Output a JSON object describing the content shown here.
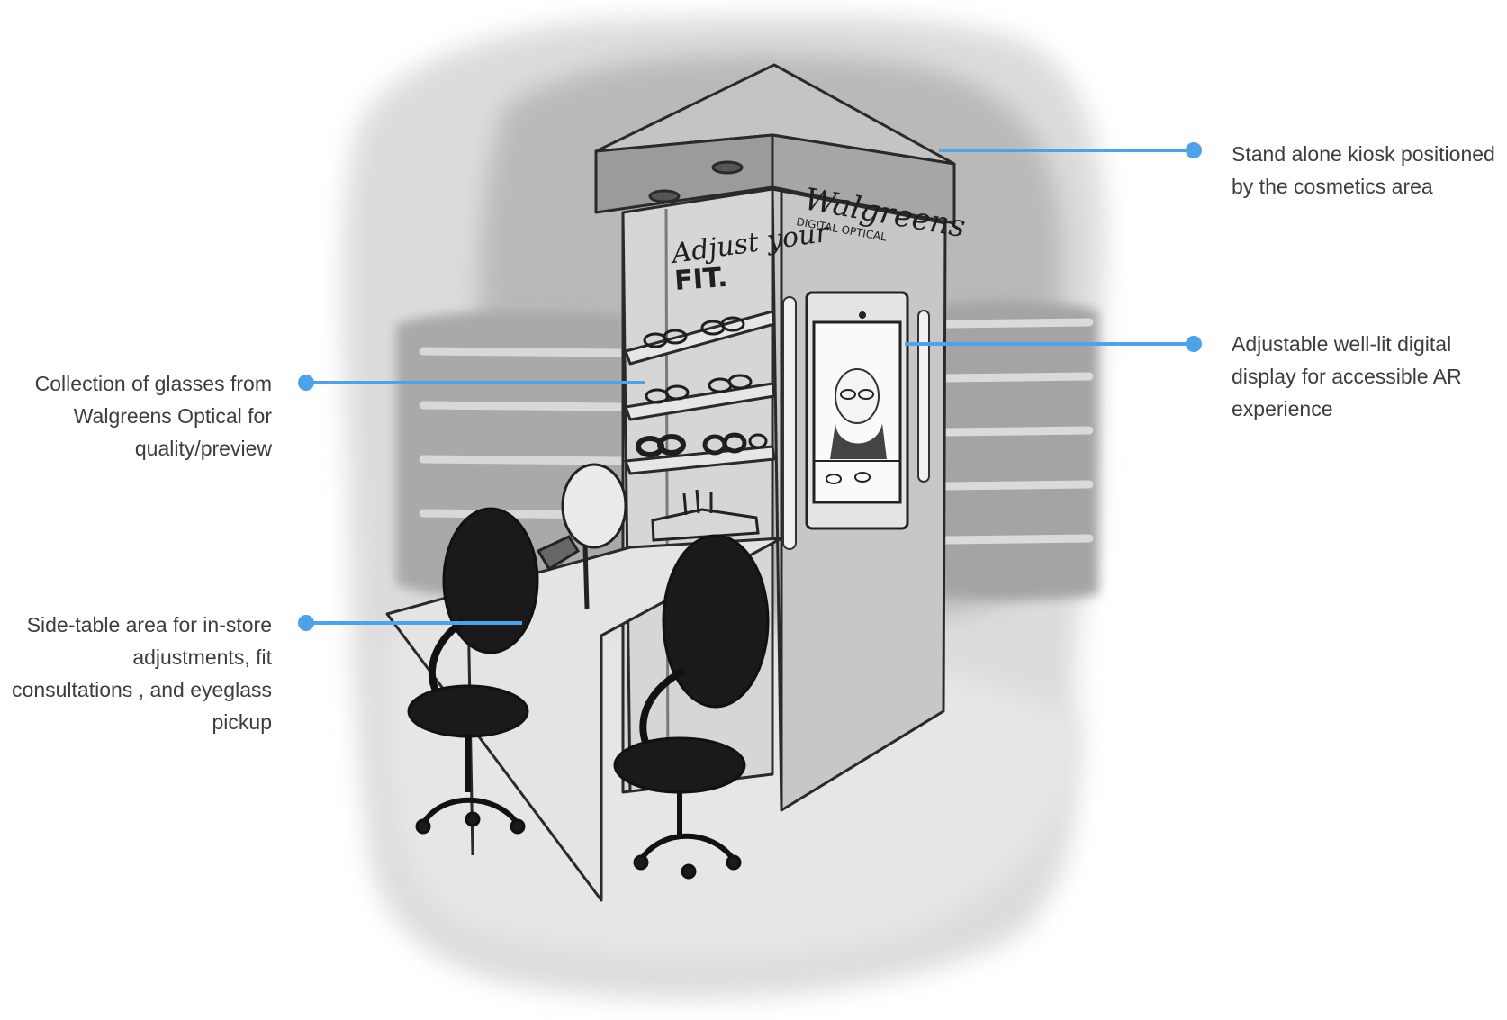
{
  "callouts": {
    "kiosk": "Stand alone kiosk positioned\nby the cosmetics area",
    "display": "Adjustable well-lit digital\ndisplay for accessible AR\nexperience",
    "glasses": "Collection of glasses from\nWalgreens Optical for\nquality/preview",
    "side_table": "Side-table area for in-store\nadjustments, fit\nconsultations , and eyeglass\npickup"
  },
  "sketch_text": {
    "brand": "Walgreens",
    "brand_sub": "DIGITAL OPTICAL",
    "fit_line1": "Adjust your",
    "fit_line2": "FIT."
  },
  "colors": {
    "callout_blue": "#4da3ea",
    "label_text": "#3d3d3d",
    "backdrop": "#b9b9b9"
  }
}
